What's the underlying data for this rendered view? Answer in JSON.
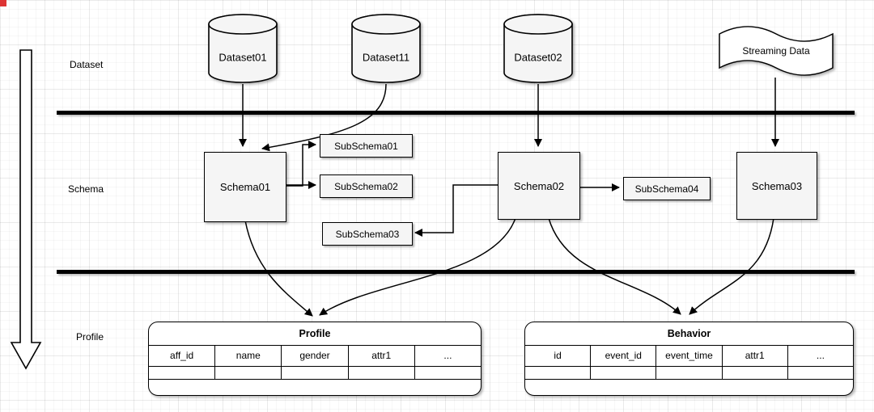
{
  "lanes": {
    "dataset_label": "Dataset",
    "schema_label": "Schema",
    "profile_label": "Profile"
  },
  "datasets": [
    {
      "label": "Dataset01"
    },
    {
      "label": "Dataset11"
    },
    {
      "label": "Dataset02"
    }
  ],
  "streaming": {
    "label": "Streaming Data"
  },
  "schemas": [
    {
      "label": "Schema01"
    },
    {
      "label": "Schema02"
    },
    {
      "label": "Schema03"
    }
  ],
  "subschemas": [
    {
      "label": "SubSchema01"
    },
    {
      "label": "SubSchema02"
    },
    {
      "label": "SubSchema03"
    },
    {
      "label": "SubSchema04"
    }
  ],
  "tables": [
    {
      "title": "Profile",
      "columns": [
        "aff_id",
        "name",
        "gender",
        "attr1",
        "..."
      ]
    },
    {
      "title": "Behavior",
      "columns": [
        "id",
        "event_id",
        "event_time",
        "attr1",
        "..."
      ]
    }
  ],
  "edges": [
    {
      "from": "Dataset01",
      "to": "Schema01"
    },
    {
      "from": "Dataset11",
      "to": "Schema01"
    },
    {
      "from": "Dataset02",
      "to": "Schema02"
    },
    {
      "from": "Streaming Data",
      "to": "Schema03"
    },
    {
      "from": "Schema01",
      "to": "SubSchema01"
    },
    {
      "from": "Schema01",
      "to": "SubSchema02"
    },
    {
      "from": "Schema02",
      "to": "SubSchema03"
    },
    {
      "from": "Schema02",
      "to": "SubSchema04"
    },
    {
      "from": "Schema01",
      "to": "Profile"
    },
    {
      "from": "Schema02",
      "to": "Profile"
    },
    {
      "from": "Schema02",
      "to": "Behavior"
    },
    {
      "from": "Schema03",
      "to": "Behavior"
    }
  ],
  "colors": {
    "shape_fill": "#f5f5f5",
    "stroke": "#000000",
    "marker": "#d33333"
  }
}
